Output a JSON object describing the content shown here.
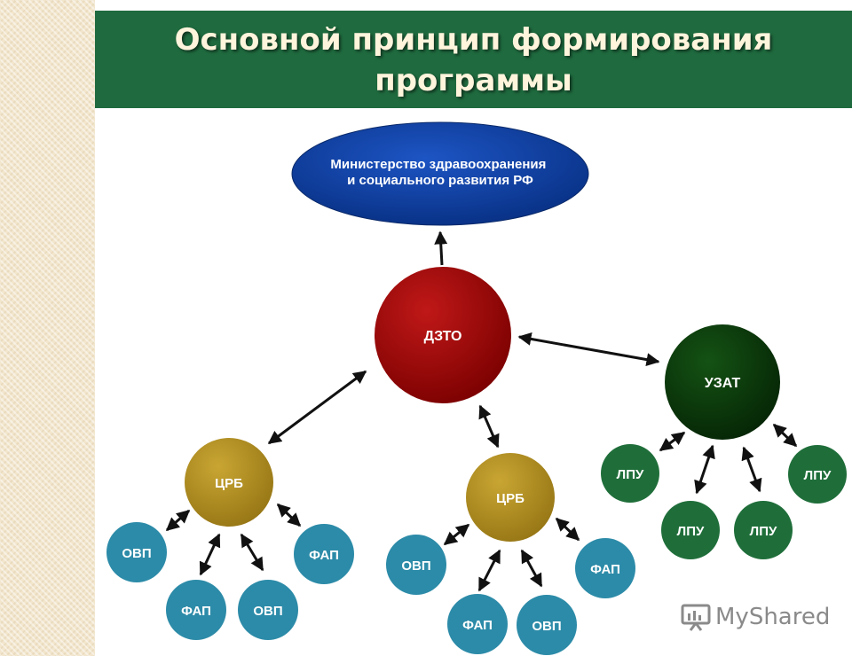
{
  "title": "Основной принцип формирования программы",
  "nodes": {
    "ministry": "Министерство здравоохранения и социального развития РФ",
    "dzto": "ДЗТО",
    "uzat": "УЗАТ",
    "crb_left": "ЦРБ",
    "crb_mid": "ЦРБ",
    "ovp_l1": "ОВП",
    "fap_l1": "ФАП",
    "fap_l2": "ФАП",
    "ovp_l2": "ОВП",
    "ovp_m1": "ОВП",
    "fap_m1": "ФАП",
    "fap_m2": "ФАП",
    "ovp_m2": "ОВП",
    "lpu_1": "ЛПУ",
    "lpu_2": "ЛПУ",
    "lpu_3": "ЛПУ",
    "lpu_4": "ЛПУ"
  },
  "colors": {
    "header": "#1f6b3f",
    "ministry": "#0a3c9c",
    "dzto": "#8c0000",
    "uzat": "#0b3a0b",
    "crb": "#b18e1f",
    "leaf_blue": "#2c8ba8",
    "leaf_green": "#1f6e3a"
  },
  "watermark": {
    "brand": "MyShared",
    "icon": "presentation-board-icon"
  }
}
